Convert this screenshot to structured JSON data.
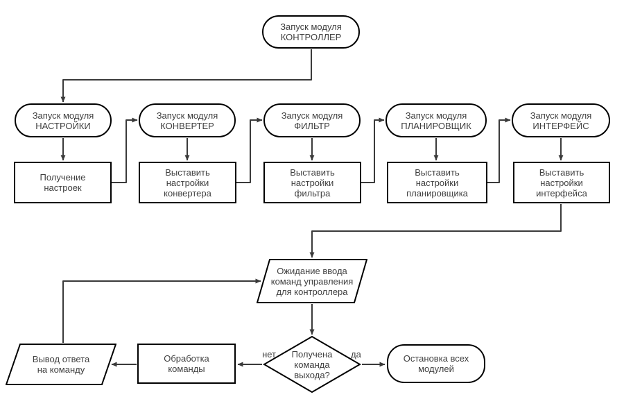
{
  "diagram": {
    "type": "flowchart",
    "language": "ru",
    "nodes": {
      "start_controller": {
        "shape": "terminator",
        "label": "Запуск модуля\nКОНТРОЛЛЕР"
      },
      "start_settings": {
        "shape": "terminator",
        "label": "Запуск модуля\nНАСТРОЙКИ"
      },
      "start_converter": {
        "shape": "terminator",
        "label": "Запуск модуля\nКОНВЕРТЕР"
      },
      "start_filter": {
        "shape": "terminator",
        "label": "Запуск модуля\nФИЛЬТР"
      },
      "start_scheduler": {
        "shape": "terminator",
        "label": "Запуск модуля\nПЛАНИРОВЩИК"
      },
      "start_interface": {
        "shape": "terminator",
        "label": "Запуск модуля\nИНТЕРФЕЙС"
      },
      "get_settings": {
        "shape": "process",
        "label": "Получение\nнастроек"
      },
      "set_converter": {
        "shape": "process",
        "label": "Выставить\nнастройки\nконвертера"
      },
      "set_filter": {
        "shape": "process",
        "label": "Выставить\nнастройки\nфильтра"
      },
      "set_scheduler": {
        "shape": "process",
        "label": "Выставить\nнастройки\nпланировщика"
      },
      "set_interface": {
        "shape": "process",
        "label": "Выставить\nнастройки\nинтерфейса"
      },
      "wait_input": {
        "shape": "io",
        "label": "Ожидание ввода\nкоманд управления\nдля контроллера"
      },
      "exit_decision": {
        "shape": "decision",
        "label": "Получена\nкоманда\nвыхода?"
      },
      "process_command": {
        "shape": "process",
        "label": "Обработка\nкоманды"
      },
      "output_answer": {
        "shape": "io",
        "label": "Вывод ответа\nна команду"
      },
      "stop_all": {
        "shape": "terminator",
        "label": "Остановка всех\nмодулей"
      }
    },
    "branch_labels": {
      "no": "нет",
      "yes": "да"
    },
    "colors": {
      "background": "#ffffff",
      "shape_fill": "#ffffff",
      "shape_border": "#000000",
      "connector": "#3a3a3a",
      "text": "#404040"
    }
  }
}
